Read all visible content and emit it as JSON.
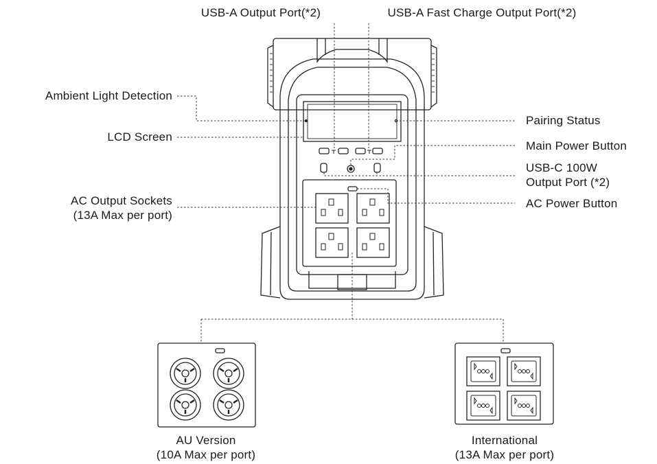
{
  "labels": {
    "usb_a_output": "USB-A Output Port(*2)",
    "usb_a_fast": "USB-A Fast Charge Output Port(*2)",
    "ambient_light": "Ambient Light Detection",
    "lcd_screen": "LCD Screen",
    "ac_output_line1": "AC Output Sockets",
    "ac_output_line2": "(13A Max per port)",
    "pairing_status": "Pairing Status",
    "main_power": "Main Power Button",
    "usb_c_line1": "USB-C 100W",
    "usb_c_line2": "Output Port (*2)",
    "ac_power": "AC Power Button"
  },
  "variants": {
    "au_line1": "AU Version",
    "au_line2": "(10A Max per port)",
    "intl_line1": "International",
    "intl_line2": "(13A Max per port)"
  }
}
